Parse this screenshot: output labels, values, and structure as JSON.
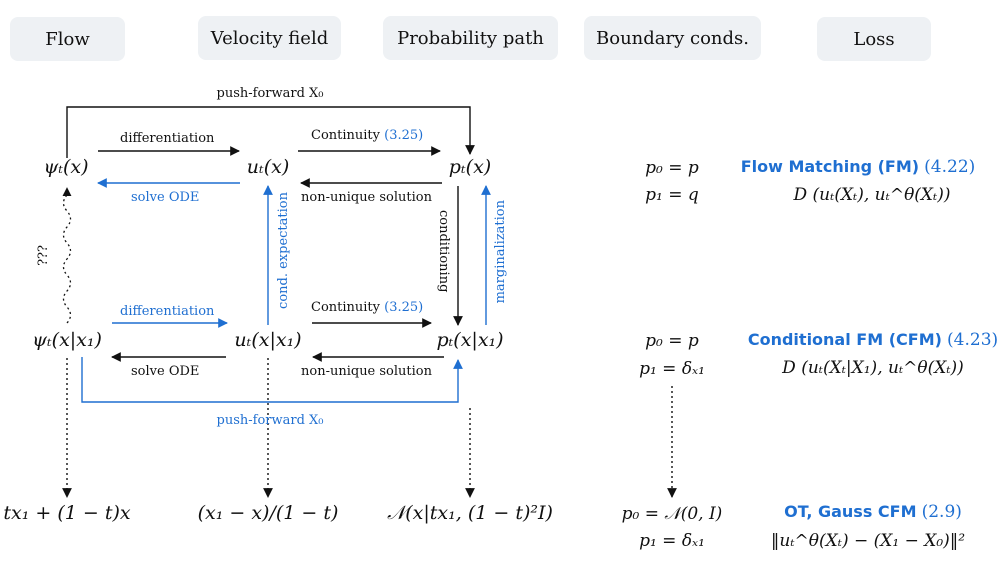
{
  "header": {
    "flow": "Flow",
    "velocity": "Velocity field",
    "probability": "Probability path",
    "boundary": "Boundary conds.",
    "loss": "Loss"
  },
  "arrows": {
    "push_forward_top": "push-forward X₀",
    "differentiation_top": "differentiation",
    "continuity_top": "Continuity",
    "continuity_top_ref": "(3.25)",
    "solve_ode_top": "solve ODE",
    "non_unique_top": "non-unique solution",
    "question": "???",
    "cond_expectation": "cond. expectation",
    "conditioning": "conditioning",
    "marginalization": "marginalization",
    "differentiation_mid": "differentiation",
    "continuity_mid": "Continuity",
    "continuity_mid_ref": "(3.25)",
    "solve_ode_mid": "solve ODE",
    "non_unique_mid": "non-unique solution",
    "push_forward_bottom": "push-forward X₀"
  },
  "nodes": {
    "psi_t": "ψₜ(x)",
    "u_t": "uₜ(x)",
    "p_t": "pₜ(x)",
    "psi_t_cond": "ψₜ(x|x₁)",
    "u_t_cond": "uₜ(x|x₁)",
    "p_t_cond": "pₜ(x|x₁)",
    "flow_ot": "tx₁ + (1 − t)x",
    "velocity_ot": "(x₁ − x)/(1 − t)",
    "path_ot": "𝒩(x|tx₁, (1 − t)²I)"
  },
  "boundary": {
    "fm_p0": "p₀ = p",
    "fm_p1": "p₁ = q",
    "cfm_p0": "p₀ = p",
    "cfm_p1": "p₁ = δₓ₁",
    "ot_p0": "p₀ = 𝒩(0, I)",
    "ot_p1": "p₁ = δₓ₁"
  },
  "loss": {
    "fm_name": "Flow Matching (FM)",
    "fm_ref": "(4.22)",
    "fm_formula": "D (uₜ(Xₜ), uₜ^θ(Xₜ))",
    "cfm_name": "Conditional FM (CFM)",
    "cfm_ref": "(4.23)",
    "cfm_formula": "D (uₜ(Xₜ|X₁), uₜ^θ(Xₜ))",
    "ot_name": "OT, Gauss CFM",
    "ot_ref": "(2.9)",
    "ot_formula": "‖uₜ^θ(Xₜ) − (X₁ − X₀)‖²"
  },
  "colors": {
    "blue": "#1f6fd1",
    "black": "#111111",
    "pill": "#eef1f4"
  }
}
